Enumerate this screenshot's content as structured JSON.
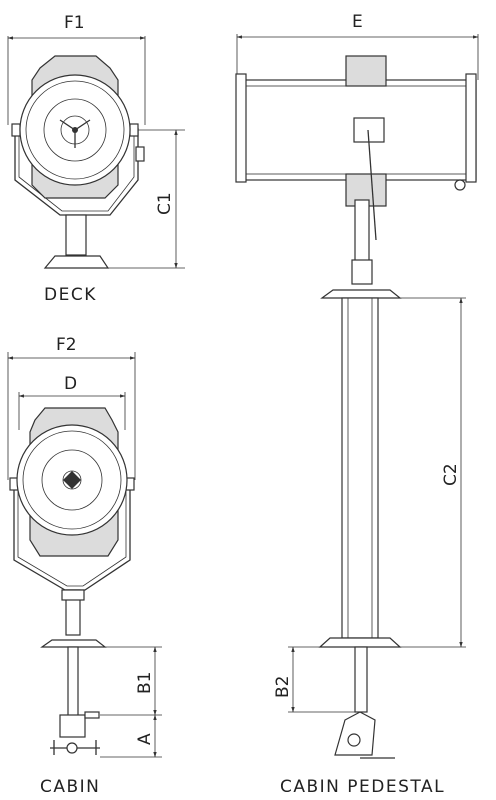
{
  "dimensions": {
    "F1": "F1",
    "E": "E",
    "C1": "C1",
    "F2": "F2",
    "D": "D",
    "C2": "C2",
    "B1": "B1",
    "B2": "B2",
    "A": "A"
  },
  "captions": {
    "deck": "DECK",
    "cabin": "CABIN",
    "cabin_pedestal": "CABIN  PEDESTAL"
  }
}
